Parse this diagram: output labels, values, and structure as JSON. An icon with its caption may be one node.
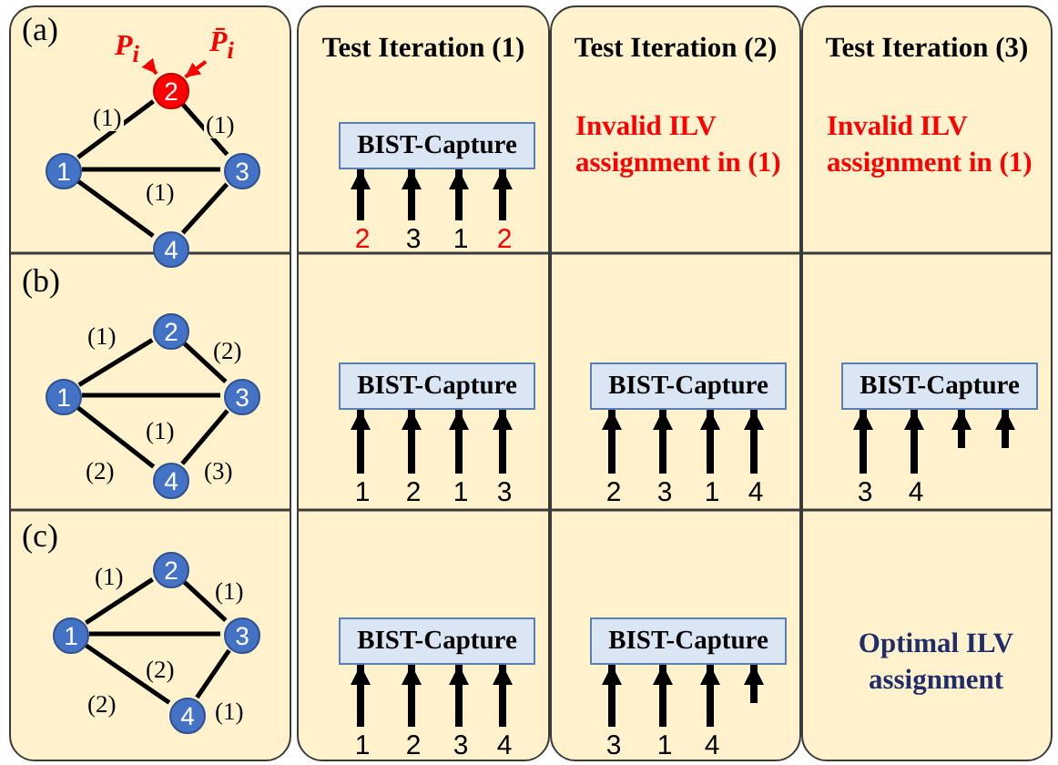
{
  "diagram": {
    "nodes": [
      {
        "text": [],
        "shape": "box"
      },
      {
        "text": [
          "Test Iteration (1)"
        ]
      },
      {
        "text": [
          "Test Iteration (2)"
        ]
      },
      {
        "text": [
          "Test Iteration (3)"
        ]
      },
      {
        "text": [
          "1"
        ],
        "in": 0
      },
      {
        "text": [
          "2"
        ],
        "in": 0
      },
      {
        "text": [
          "3"
        ],
        "in": 0
      },
      {
        "text": [
          "4"
        ],
        "in": 0
      },
      {
        "text": [
          "P$_{i}$"
        ],
        "in": 0
      },
      {
        "text": [
          "P̄$_{i}$"
        ],
        "in": 0
      },
      {
        "text": [
          "2"
        ],
        "in": 0
      },
      {
        "text": [
          "1"
        ],
        "in": 0
      },
      {
        "text": [
          "3"
        ],
        "in": 0
      },
      {
        "text": [
          "4"
        ],
        "in": 0
      },
      {
        "text": [
          "2"
        ],
        "in": 0
      },
      {
        "text": [
          "1"
        ],
        "in": 0
      },
      {
        "text": [
          "3"
        ],
        "in": 0
      },
      {
        "text": [
          "4"
        ],
        "in": 0
      },
      {
        "text": [
          "BIST-Capture"
        ],
        "in": 1
      },
      {
        "text": [
          "2"
        ],
        "in": 1
      },
      {
        "text": [
          "3"
        ],
        "in": 1
      },
      {
        "text": [
          "1"
        ],
        "in": 1
      },
      {
        "text": [
          "2"
        ],
        "in": 1
      },
      {
        "text": [
          "BIST-Capture"
        ],
        "in": 1
      },
      {
        "text": [
          "1"
        ],
        "in": 1
      },
      {
        "text": [
          "2"
        ],
        "in": 1
      },
      {
        "text": [
          "1"
        ],
        "in": 1
      },
      {
        "text": [
          "3"
        ],
        "in": 1
      },
      {
        "text": [
          "BIST-Capture"
        ],
        "in": 2
      },
      {
        "text": [
          "2"
        ],
        "in": 2
      },
      {
        "text": [
          "3"
        ],
        "in": 2
      },
      {
        "text": [
          "1"
        ],
        "in": 2
      },
      {
        "text": [
          "4"
        ],
        "in": 2
      },
      {
        "text": [
          "BIST-Capture"
        ],
        "in": 3
      },
      {
        "text": [
          "3"
        ],
        "in": 3
      },
      {
        "text": [
          "4"
        ],
        "in": 3
      },
      {
        "text": [
          "BIST-Capture"
        ],
        "in": 1
      },
      {
        "text": [
          "1"
        ],
        "in": 1
      },
      {
        "text": [
          "2"
        ],
        "in": 1
      },
      {
        "text": [
          "3"
        ],
        "in": 1
      },
      {
        "text": [
          "4"
        ],
        "in": 1
      },
      {
        "text": [
          "BIST-Capture"
        ],
        "in": 2
      },
      {
        "text": [
          "3"
        ],
        "in": 2
      },
      {
        "text": [
          "1"
        ],
        "in": 2
      },
      {
        "text": [
          "4"
        ],
        "in": 2
      }
    ],
    "edges": [
      {
        "from": 4,
        "to": 5,
        "arrow": "none",
        "label": "(1)"
      },
      {
        "from": 5,
        "to": 6,
        "arrow": "none",
        "label": "(1)"
      },
      {
        "from": 4,
        "to": 6,
        "arrow": "none",
        "label": "(1)"
      },
      {
        "from": 4,
        "to": 7,
        "arrow": "none"
      },
      {
        "from": 6,
        "to": 7,
        "arrow": "none"
      },
      {
        "from": 8,
        "to": 5,
        "arrow": "to",
        "color": "#ff0000"
      },
      {
        "from": 9,
        "to": 5,
        "arrow": "to",
        "color": "#ff0000"
      },
      {
        "from": 11,
        "to": 10,
        "arrow": "none",
        "label": "(1)"
      },
      {
        "from": 10,
        "to": 12,
        "arrow": "none",
        "label": "(2)"
      },
      {
        "from": 11,
        "to": 12,
        "arrow": "none",
        "label": "(1)"
      },
      {
        "from": 11,
        "to": 13,
        "arrow": "none",
        "label": "(2)"
      },
      {
        "from": 12,
        "to": 13,
        "arrow": "none",
        "label": "(3)"
      },
      {
        "from": 15,
        "to": 14,
        "arrow": "none",
        "label": "(1)"
      },
      {
        "from": 14,
        "to": 16,
        "arrow": "none",
        "label": "(1)"
      },
      {
        "from": 15,
        "to": 16,
        "arrow": "none",
        "label": "(2)"
      },
      {
        "from": 15,
        "to": 17,
        "arrow": "none",
        "label": "(2)"
      },
      {
        "from": 16,
        "to": 17,
        "arrow": "none",
        "label": "(1)"
      },
      {
        "from": 19,
        "to": 18,
        "arrow": "to"
      },
      {
        "from": 20,
        "to": 18,
        "arrow": "to"
      },
      {
        "from": 21,
        "to": 18,
        "arrow": "to"
      },
      {
        "from": 22,
        "to": 18,
        "arrow": "to"
      },
      {
        "from": 24,
        "to": 23,
        "arrow": "to"
      },
      {
        "from": 25,
        "to": 23,
        "arrow": "to"
      },
      {
        "from": 26,
        "to": 23,
        "arrow": "to"
      },
      {
        "from": 27,
        "to": 23,
        "arrow": "to"
      },
      {
        "from": 29,
        "to": 28,
        "arrow": "to"
      },
      {
        "from": 30,
        "to": 28,
        "arrow": "to"
      },
      {
        "from": 31,
        "to": 28,
        "arrow": "to"
      },
      {
        "from": 32,
        "to": 28,
        "arrow": "to"
      },
      {
        "from": 34,
        "to": 33,
        "arrow": "to"
      },
      {
        "from": 35,
        "to": 33,
        "arrow": "to"
      },
      {
        "from": null,
        "to": 33,
        "arrow": "to"
      },
      {
        "from": null,
        "to": 33,
        "arrow": "to"
      },
      {
        "from": 37,
        "to": 36,
        "arrow": "to"
      },
      {
        "from": 38,
        "to": 36,
        "arrow": "to"
      },
      {
        "from": 39,
        "to": 36,
        "arrow": "to"
      },
      {
        "from": 40,
        "to": 36,
        "arrow": "to"
      },
      {
        "from": 42,
        "to": 41,
        "arrow": "to"
      },
      {
        "from": 43,
        "to": 41,
        "arrow": "to"
      },
      {
        "from": 44,
        "to": 41,
        "arrow": "to"
      },
      {
        "from": null,
        "to": 41,
        "arrow": "to"
      }
    ],
    "labels": [
      "(a)",
      "Invalid ILV assignment in (1)",
      "Invalid ILV assignment in (1)",
      "(b)",
      "(c)",
      "Optimal ILV assignment"
    ]
  }
}
